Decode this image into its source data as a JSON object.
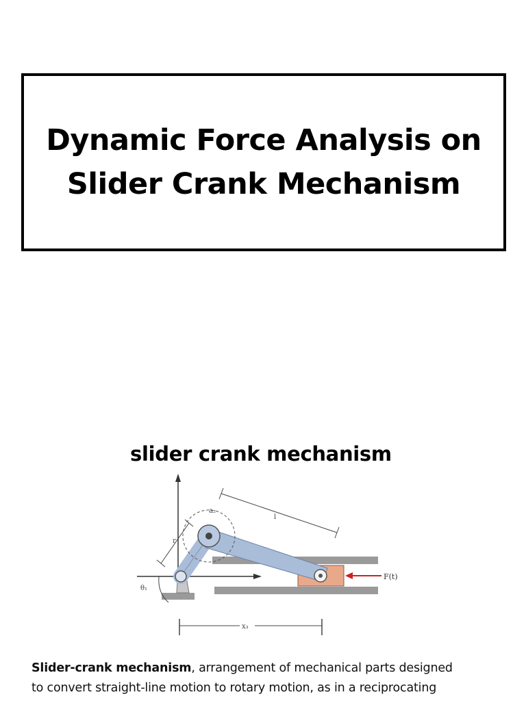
{
  "slide": {
    "title_line1": "Dynamic Force Analysis on",
    "title_line2": "Slider Crank Mechanism"
  },
  "figure": {
    "title": "slider crank mechanism",
    "labels": {
      "a2": "a₂",
      "force": "F(t)",
      "length_l": "l",
      "length_r": "r",
      "x3": "x₃",
      "theta": "θ₁"
    },
    "colors": {
      "link": "#a9bcd8",
      "slider": "#e8a98a",
      "ground": "#9a9a9a",
      "force_arrow": "#cc2222"
    }
  },
  "caption": {
    "term": "Slider-crank mechanism",
    "line1_rest": ", arrangement of mechanical parts designed",
    "line2": "to convert straight-line motion to rotary motion, as in a reciprocating"
  }
}
